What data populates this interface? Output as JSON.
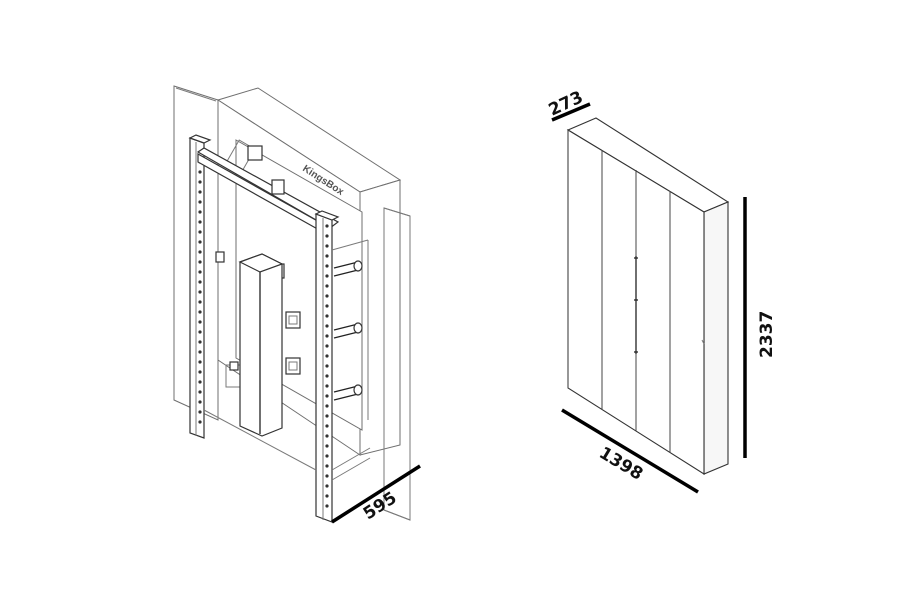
{
  "figures": {
    "open_unit": {
      "brand_text": "KingsBox",
      "depth_dimension": "595"
    },
    "closed_cabinet": {
      "depth_dimension": "273",
      "width_dimension": "1398",
      "height_dimension": "2337"
    }
  },
  "colors": {
    "line": "#333333",
    "dimension_line": "#000000",
    "background": "#ffffff"
  }
}
